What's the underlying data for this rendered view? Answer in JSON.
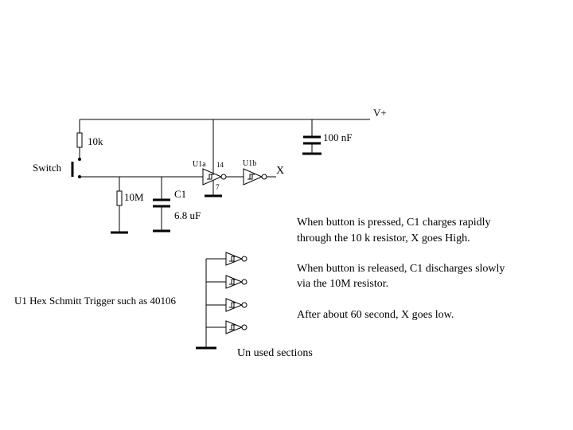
{
  "labels": {
    "vplus": "V+",
    "cap_top": "100 nF",
    "r_top": "10k",
    "switch": "Switch",
    "u1a": "U1a",
    "pin14": "14",
    "u1b": "U1b",
    "output": "X",
    "pin7": "7",
    "c1": "C1",
    "r_bottom": "10M",
    "c1_value": "6.8 uF",
    "footnote": "U1 Hex Schmitt Trigger such as 40106",
    "unused": "Un used sections"
  },
  "notes": [
    {
      "line1": "When button is pressed, C1 charges rapidly",
      "line2": "through the 10 k resistor, X goes High."
    },
    {
      "line1": "When button is released, C1 discharges slowly",
      "line2": "via the 10M resistor."
    },
    {
      "line1": "After about 60 second, X goes low.",
      "line2": ""
    }
  ]
}
